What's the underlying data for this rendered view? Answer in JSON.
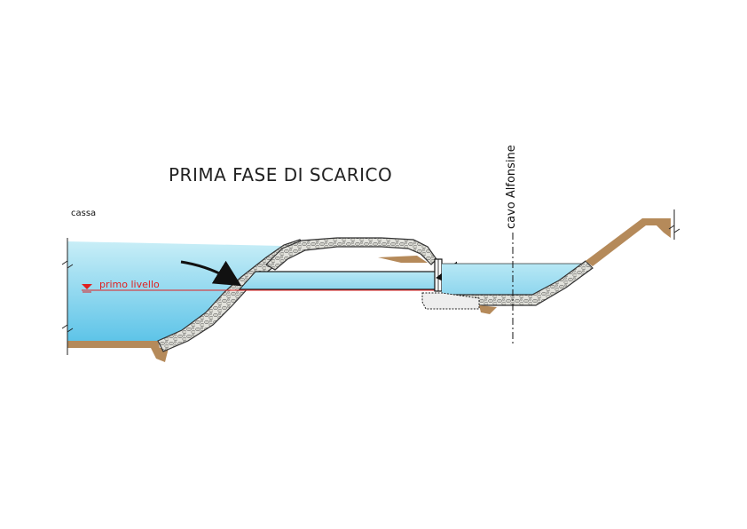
{
  "title": "PRIMA FASE DI SCARICO",
  "labels": {
    "cassa": "cassa",
    "water_level": "primo livello",
    "channel": "cavo Alfonsine"
  },
  "colors": {
    "water_top": "#c8eef7",
    "water_bottom": "#5ec4e8",
    "soil": "#b58a5a",
    "stone_fill": "#dcdcd6",
    "stone_outline": "#333333",
    "level_line": "#e02020",
    "arrow": "#111111"
  }
}
